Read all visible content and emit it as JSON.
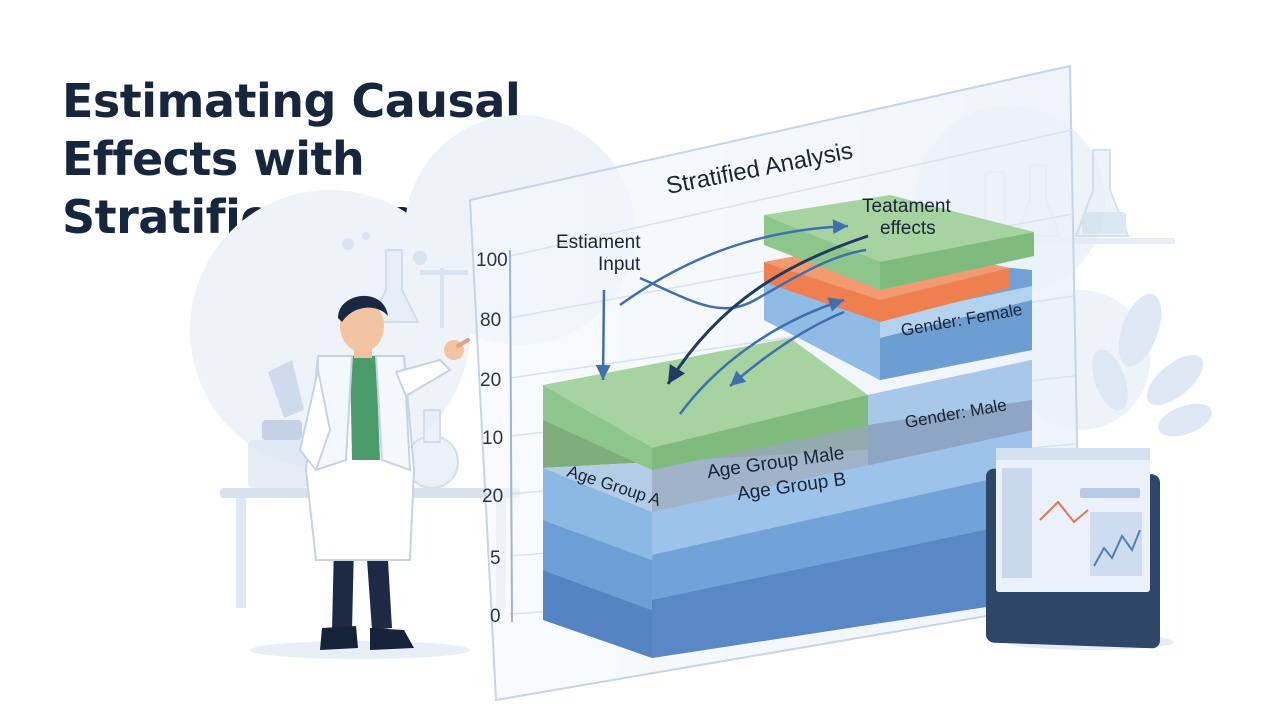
{
  "title_lines": [
    "Estimating Causal",
    "Effects with",
    "Stratified Analysis"
  ],
  "panel": {
    "heading": "Stratified Analysis",
    "y_ticks": [
      "100",
      "80",
      "20",
      "10",
      "20",
      "5",
      "0"
    ]
  },
  "labels": {
    "estimate_input": [
      "Estiament",
      "Input"
    ],
    "treatment_effects": [
      "Teatament",
      "effects"
    ],
    "gender_female": "Gender: Female",
    "gender_male": "Gender: Male",
    "age_group_male": "Age Group Male",
    "age_group_b": "Age Group B",
    "age_group_a": "Age Group A"
  },
  "colors": {
    "title": "#16263d",
    "green": "#8cc68a",
    "orange": "#ef7f4e",
    "blue_light": "#a9cdec",
    "blue_mid": "#6fa3d6",
    "blue_dark": "#4f7fbf",
    "navy": "#1f3b63"
  }
}
